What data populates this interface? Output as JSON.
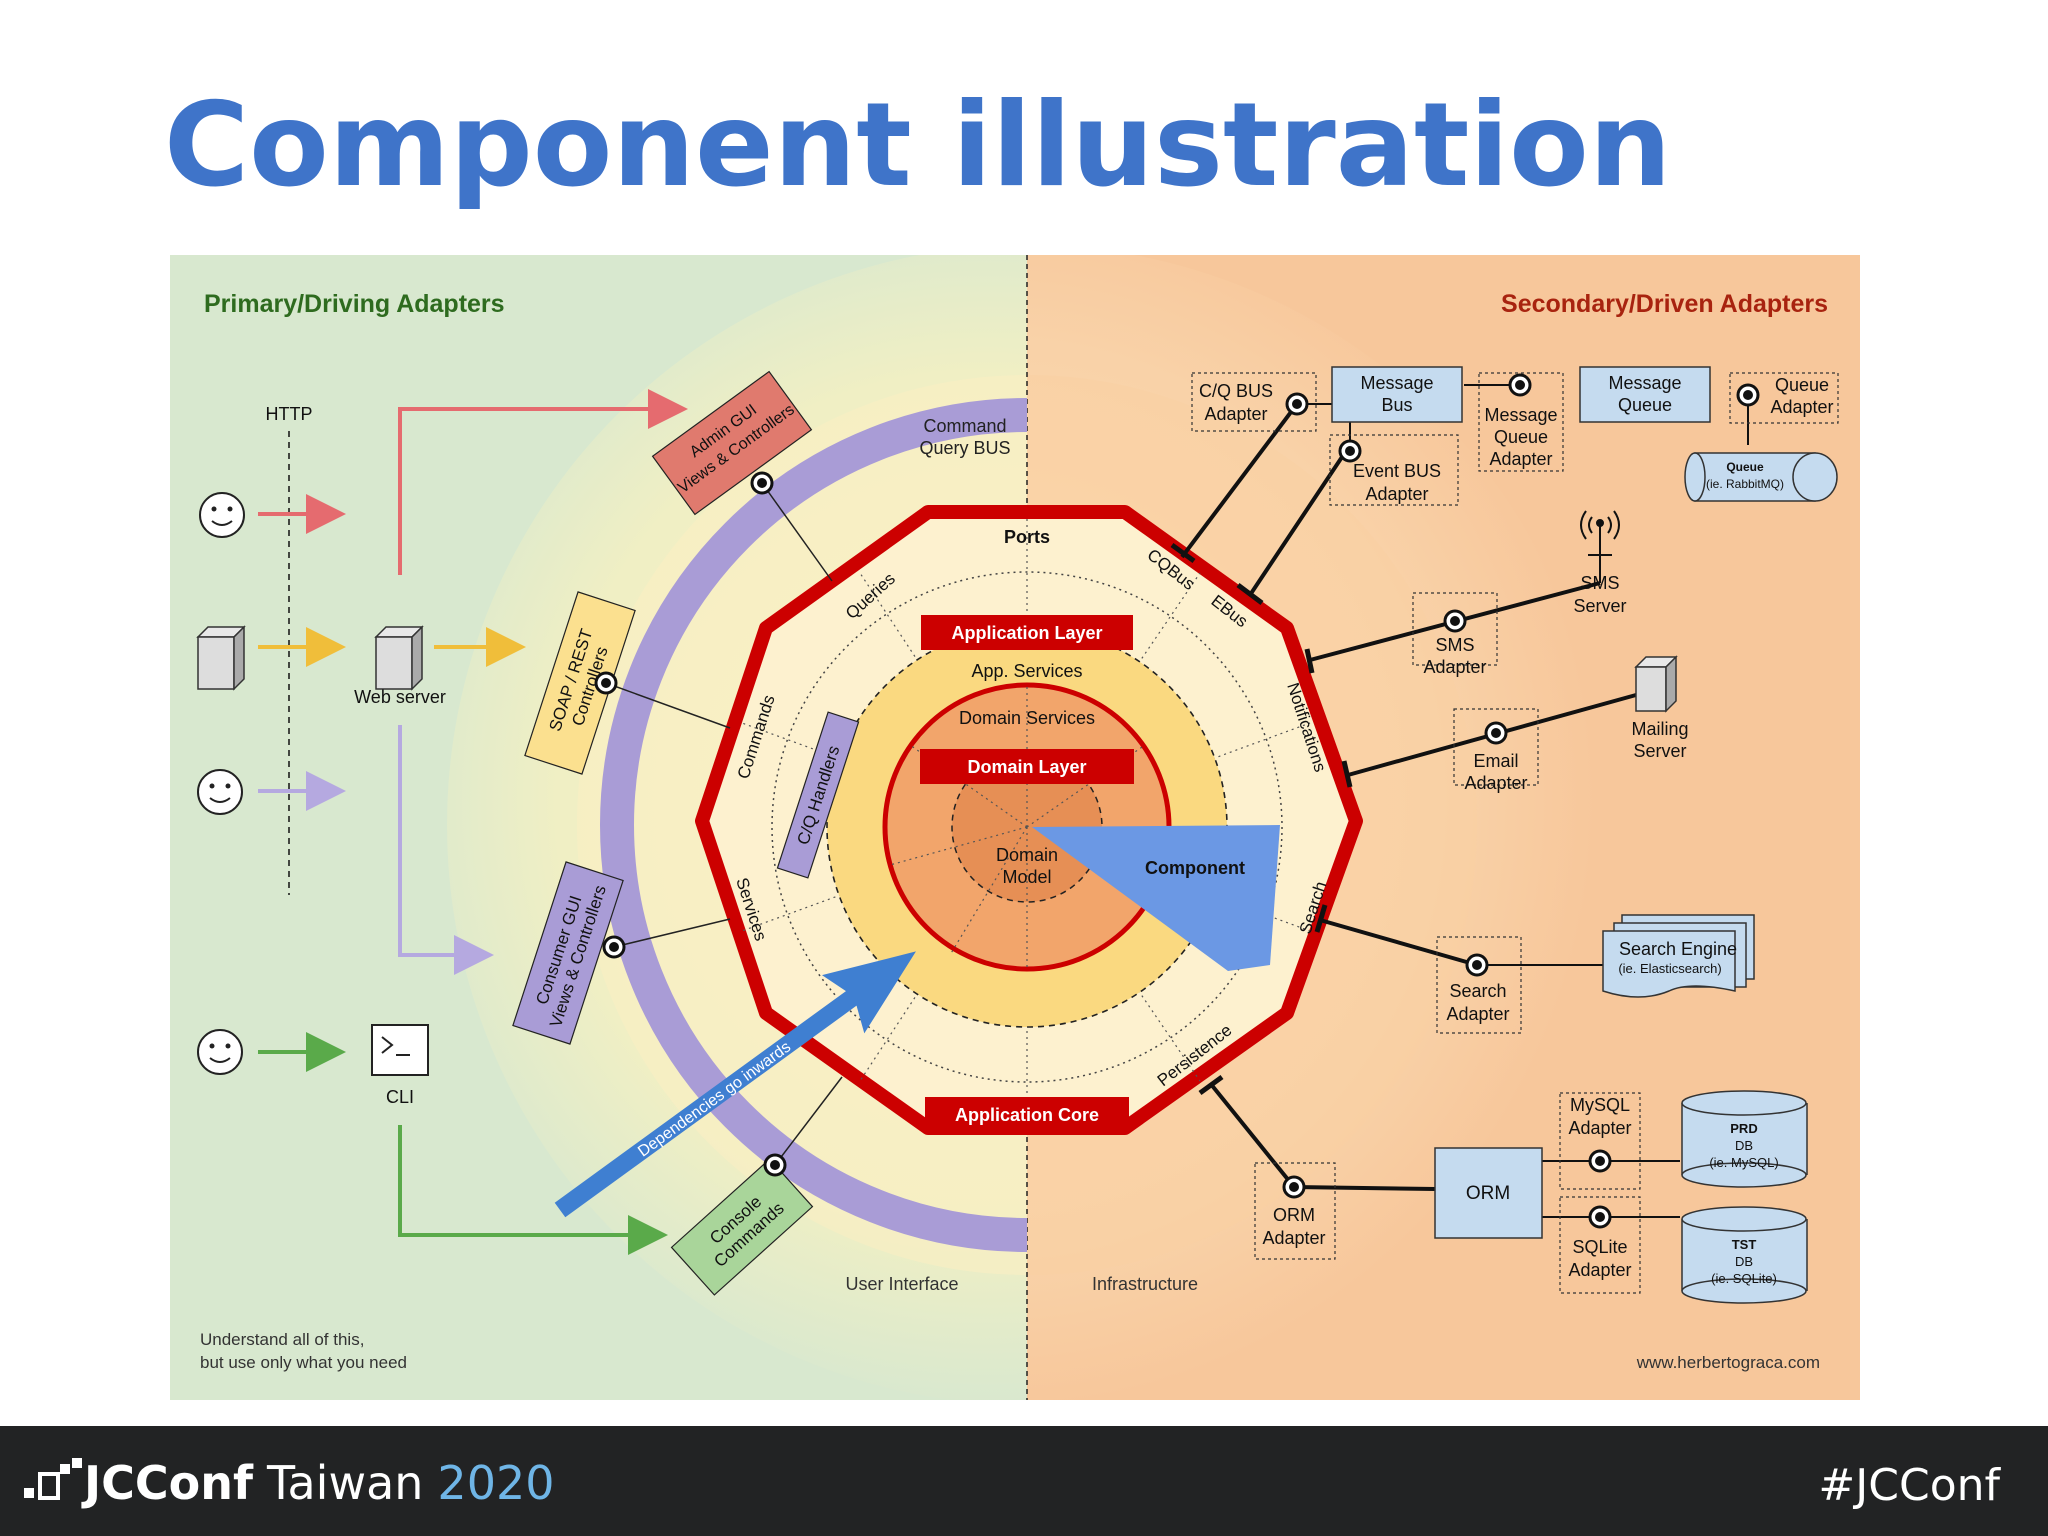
{
  "slide": {
    "title": "Component illustration"
  },
  "diagram": {
    "left_heading": "Primary/Driving Adapters",
    "right_heading": "Secondary/Driven Adapters",
    "http": "HTTP",
    "web_server": "Web server",
    "cli": "CLI",
    "admin_gui": [
      "Admin GUI",
      "Views & Controllers"
    ],
    "soap_rest": [
      "SOAP / REST",
      "Controllers"
    ],
    "consumer_gui": [
      "Consumer GUI",
      "Views & Controllers"
    ],
    "console_commands": [
      "Console",
      "Commands"
    ],
    "cq_handlers": "C/Q Handlers",
    "command_query_bus": [
      "Command",
      "Query BUS"
    ],
    "ports": "Ports",
    "queries": "Queries",
    "commands": "Commands",
    "services": "Services",
    "cqbus": "CQBus",
    "ebus": "EBus",
    "notifications": "Notifications",
    "search": "Search",
    "persistence": "Persistence",
    "application_layer": "Application Layer",
    "app_services": "App. Services",
    "domain_services": "Domain Services",
    "domain_layer": "Domain Layer",
    "domain_model": [
      "Domain",
      "Model"
    ],
    "component": "Component",
    "application_core": "Application Core",
    "dependencies": "Dependencies go inwards",
    "user_interface": "User Interface",
    "infrastructure": "Infrastructure",
    "cq_bus_adapter": [
      "C/Q BUS",
      "Adapter"
    ],
    "message_bus": [
      "Message",
      "Bus"
    ],
    "mq_adapter": [
      "Message",
      "Queue",
      "Adapter"
    ],
    "message_queue": [
      "Message",
      "Queue"
    ],
    "queue_adapter": [
      "Queue",
      "Adapter"
    ],
    "queue": [
      "Queue",
      "(ie. RabbitMQ)"
    ],
    "event_bus_adapter": [
      "Event BUS",
      "Adapter"
    ],
    "sms_server": [
      "SMS",
      "Server"
    ],
    "sms_adapter": [
      "SMS",
      "Adapter"
    ],
    "mailing_server": [
      "Mailing",
      "Server"
    ],
    "email_adapter": [
      "Email",
      "Adapter"
    ],
    "search_engine": [
      "Search Engine",
      "(ie. Elasticsearch)"
    ],
    "search_adapter": [
      "Search",
      "Adapter"
    ],
    "mysql_adapter": [
      "MySQL",
      "Adapter"
    ],
    "prd_db": [
      "PRD",
      "DB",
      "(ie. MySQL)"
    ],
    "orm": "ORM",
    "orm_adapter": [
      "ORM",
      "Adapter"
    ],
    "sqlite_adapter": [
      "SQLite",
      "Adapter"
    ],
    "tst_db": [
      "TST",
      "DB",
      "(ie. SQLite)"
    ],
    "note": [
      "Understand all of this,",
      "but use only what you need"
    ],
    "website": "www.herbertograca.com",
    "colors": {
      "primary_bg": "#d8e8cf",
      "secondary_bg": "#f7c79b",
      "core_border": "#cc0000",
      "bus_ring": "#a99cd6",
      "component": "#6b98e4",
      "adapter_box": "#c5dbef"
    }
  },
  "footer": {
    "brand": "JCConf",
    "country": "Taiwan",
    "year": "2020",
    "hashtag": "#JCConf"
  }
}
